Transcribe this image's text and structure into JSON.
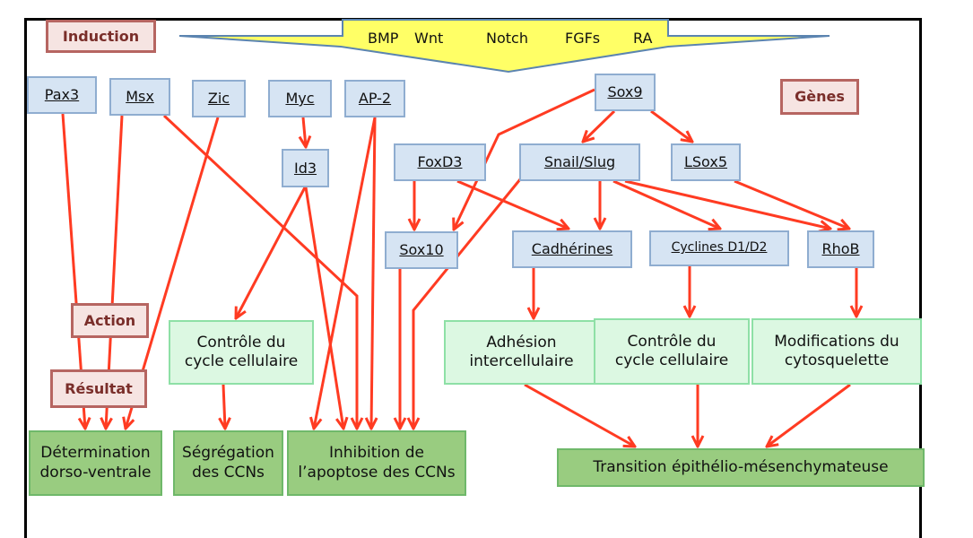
{
  "labels": {
    "induction": "Induction",
    "genes": "Gènes",
    "action": "Action",
    "result": "Résultat"
  },
  "signals": [
    "BMP",
    "Wnt",
    "Notch",
    "FGFs",
    "RA"
  ],
  "genes": {
    "pax3": "Pax3",
    "msx": "Msx",
    "zic": "Zic",
    "myc": "Myc",
    "ap2": "AP-2",
    "id3": "Id3",
    "sox9": "Sox9",
    "foxd3": "FoxD3",
    "snail_slug": "Snail/Slug",
    "lsox5": "LSox5",
    "sox10": "Sox10",
    "cadherines": "Cadhérines",
    "cyclines": "Cyclines D1/D2",
    "rhob": "RhoB"
  },
  "actions": {
    "cycle_left": [
      "Contrôle du",
      "cycle cellulaire"
    ],
    "adhesion": [
      "Adhésion",
      "intercellulaire"
    ],
    "cycle_right": [
      "Contrôle du",
      "cycle cellulaire"
    ],
    "cytosquelette": [
      "Modifications du",
      "cytosquelette"
    ]
  },
  "results": {
    "determination": [
      "Détermination",
      "dorso-ventrale"
    ],
    "segregation": [
      "Ségrégation",
      "des CCNs"
    ],
    "inhibition": [
      "Inhibition de",
      "l’apoptose des CCNs"
    ],
    "transition": "Transition épithélio-mésenchymateuse"
  },
  "colors": {
    "arrow": "#ff3b22",
    "gene_fill": "#d6e4f3",
    "action_fill": "#dcf8e2",
    "result_fill": "#99cc80",
    "label_border": "#b66561",
    "signal_fill": "#ffff66"
  }
}
